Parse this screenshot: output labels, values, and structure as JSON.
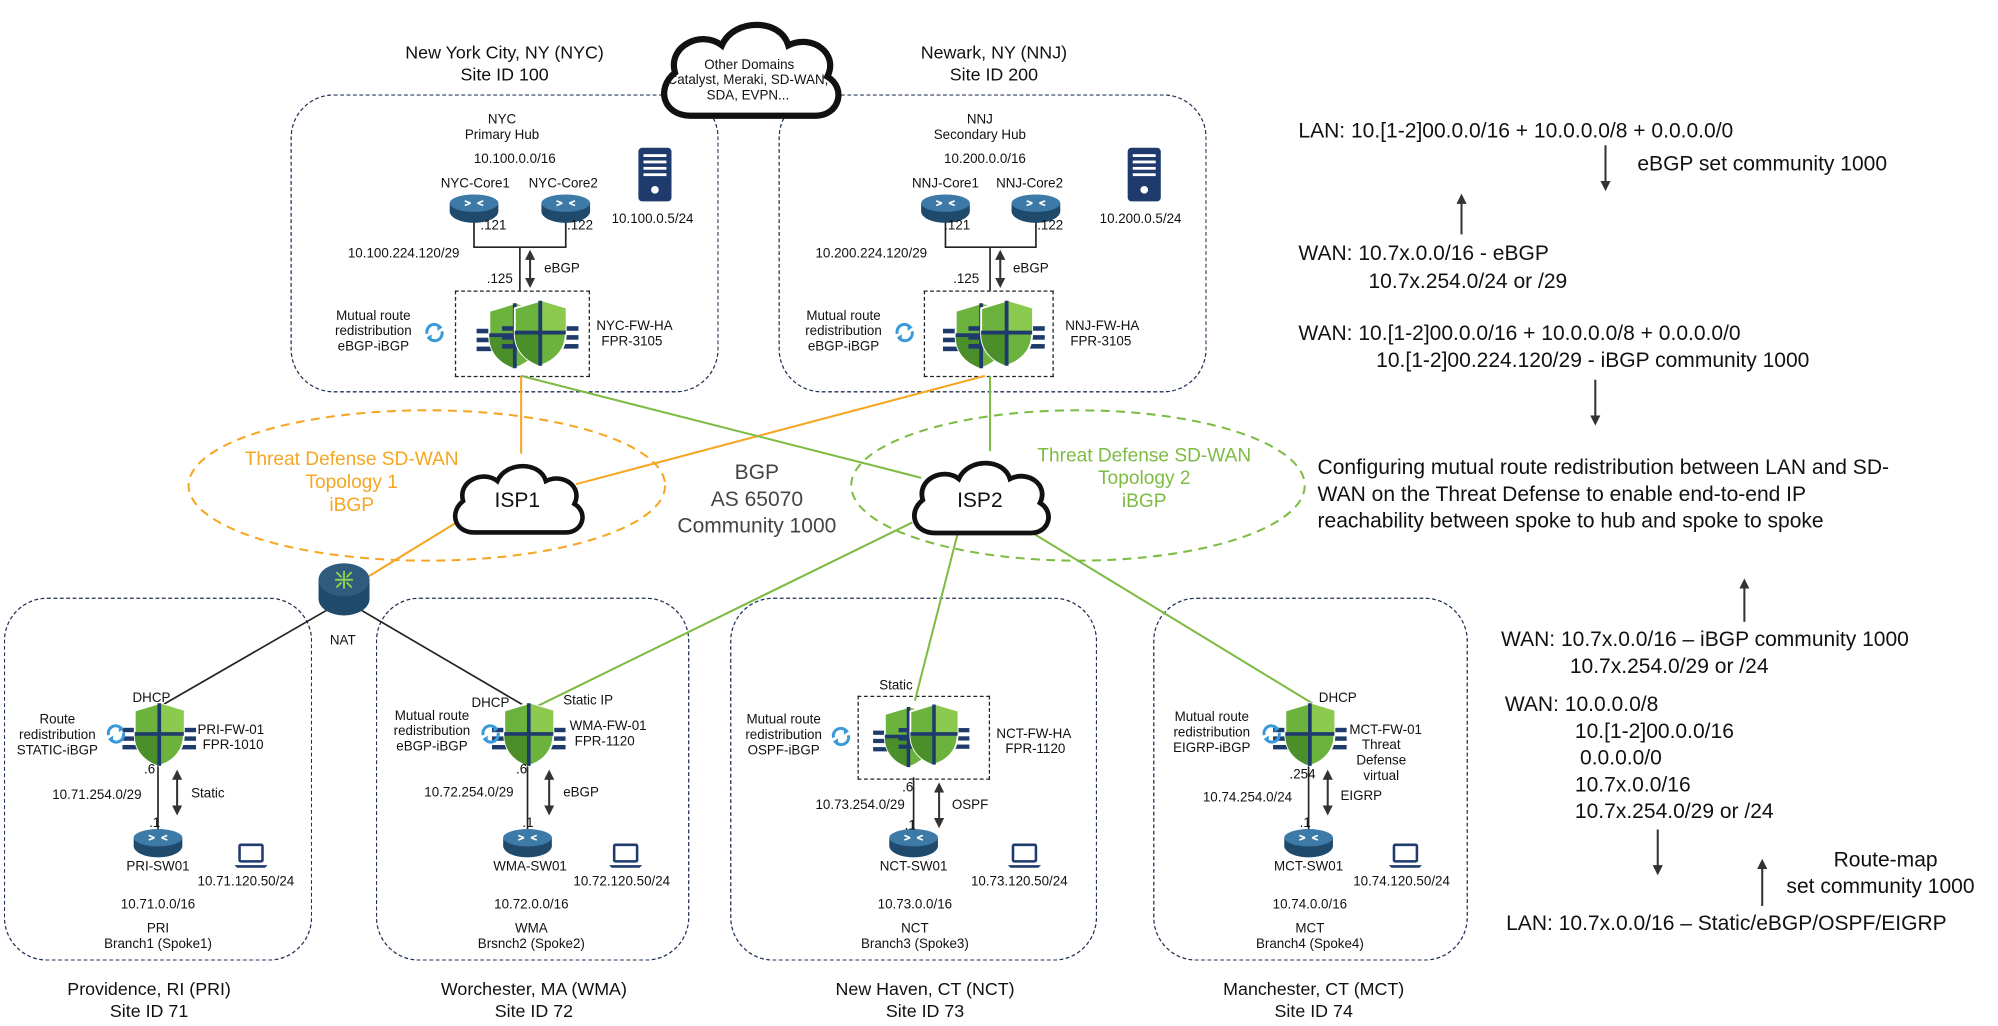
{
  "colors": {
    "topo1": "#f5a623",
    "topo2": "#7dbb42",
    "site_border": "#1f2f55",
    "router": "#2e5b7e"
  },
  "hubs": {
    "nyc": {
      "city": "New York City, NY (NYC)",
      "site_id": "Site ID 100",
      "hub_name": "NYC",
      "hub_role": "Primary Hub",
      "lan": "10.100.0.0/16",
      "core1": "NYC-Core1",
      "core2": "NYC-Core2",
      "ip_121": ".121",
      "ip_122": ".122",
      "subnet": "10.100.224.120/29",
      "ip_125": ".125",
      "ebgp": "eBGP",
      "server_ip": "10.100.0.5/24",
      "redist1": "Mutual route",
      "redist2": "redistribution",
      "redist3": "eBGP-iBGP",
      "fw_name": "NYC-FW-HA",
      "fw_model": "FPR-3105"
    },
    "nnj": {
      "city": "Newark, NY (NNJ)",
      "site_id": "Site ID 200",
      "hub_name": "NNJ",
      "hub_role": "Secondary Hub",
      "lan": "10.200.0.0/16",
      "core1": "NNJ-Core1",
      "core2": "NNJ-Core2",
      "ip_121": ".121",
      "ip_122": ".122",
      "subnet": "10.200.224.120/29",
      "ip_125": ".125",
      "ebgp": "eBGP",
      "server_ip": "10.200.0.5/24",
      "redist1": "Mutual route",
      "redist2": "redistribution",
      "redist3": "eBGP-iBGP",
      "fw_name": "NNJ-FW-HA",
      "fw_model": "FPR-3105"
    }
  },
  "cloud_domains": {
    "line1": "Other Domains",
    "line2": "Catalyst, Meraki, SD-WAN,",
    "line3": "SDA, EVPN..."
  },
  "isp1": "ISP1",
  "isp2": "ISP2",
  "topology1": {
    "line1": "Threat Defense SD-WAN",
    "line2": "Topology 1",
    "line3": "iBGP"
  },
  "topology2": {
    "line1": "Threat Defense SD-WAN",
    "line2": "Topology 2",
    "line3": "iBGP"
  },
  "bgp": {
    "line1": "BGP",
    "line2": "AS 65070",
    "line3": "Community 1000"
  },
  "nat": "NAT",
  "branches": {
    "pri": {
      "wan": "DHCP",
      "redist1": "Route",
      "redist2": "redistribution",
      "redist3": "STATIC-iBGP",
      "fw_name": "PRI-FW-01",
      "fw_model": "FPR-1010",
      "ip_fw": ".6",
      "protocol": "Static",
      "subnet": "10.71.254.0/29",
      "ip_sw": ".1",
      "sw": "PRI-SW01",
      "laptop_ip": "10.71.120.50/24",
      "lan": "10.71.0.0/16",
      "site_name": "PRI",
      "branch": "Branch1 (Spoke1)",
      "city": "Providence, RI (PRI)",
      "site_id": "Site ID 71"
    },
    "wma": {
      "wan": "DHCP",
      "wan2": "Static IP",
      "redist1": "Mutual route",
      "redist2": "redistribution",
      "redist3": "eBGP-iBGP",
      "fw_name": "WMA-FW-01",
      "fw_model": "FPR-1120",
      "ip_fw": ".6",
      "protocol": "eBGP",
      "subnet": "10.72.254.0/29",
      "ip_sw": ".1",
      "sw": "WMA-SW01",
      "laptop_ip": "10.72.120.50/24",
      "lan": "10.72.0.0/16",
      "site_name": "WMA",
      "branch": "Brsnch2 (Spoke2)",
      "city": "Worchester, MA (WMA)",
      "site_id": "Site ID 72"
    },
    "nct": {
      "wan": "Static",
      "redist1": "Mutual route",
      "redist2": "redistribution",
      "redist3": "OSPF-iBGP",
      "fw_name": "NCT-FW-HA",
      "fw_model": "FPR-1120",
      "ip_fw": ".6",
      "protocol": "OSPF",
      "subnet": "10.73.254.0/29",
      "ip_sw": ".1",
      "sw": "NCT-SW01",
      "laptop_ip": "10.73.120.50/24",
      "lan": "10.73.0.0/16",
      "site_name": "NCT",
      "branch": "Branch3 (Spoke3)",
      "city": "New Haven, CT (NCT)",
      "site_id": "Site ID 73"
    },
    "mct": {
      "wan": "DHCP",
      "redist1": "Mutual route",
      "redist2": "redistribution",
      "redist3": "EIGRP-iBGP",
      "fw_name": "MCT-FW-01",
      "fw_l2": "Threat",
      "fw_l3": "Defense",
      "fw_l4": "virtual",
      "ip_fw": ".254",
      "protocol": "EIGRP",
      "subnet": "10.74.254.0/24",
      "ip_sw": ".1",
      "sw": "MCT-SW01",
      "laptop_ip": "10.74.120.50/24",
      "lan": "10.74.0.0/16",
      "site_name": "MCT",
      "branch": "Branch4 (Spoke4)",
      "city": "Manchester, CT (MCT)",
      "site_id": "Site ID 74"
    }
  },
  "notes": {
    "hub_lan": "LAN: 10.[1-2]00.0.0/16 + 10.0.0.0/8 +  0.0.0.0/0",
    "hub_lan_action": "eBGP set community 1000",
    "hub_wan_in_1": "WAN: 10.7x.0.0/16 - eBGP",
    "hub_wan_in_2": "10.7x.254.0/24 or /29",
    "hub_wan_out_1": "WAN: 10.[1-2]00.0.0/16 + 10.0.0.0/8 + 0.0.0.0/0",
    "hub_wan_out_2": "10.[1-2]00.224.120/29 - iBGP community 1000",
    "mutual_1": "Configuring mutual route redistribution between LAN and SD-",
    "mutual_2": "WAN on the Threat Defense to enable end-to-end IP",
    "mutual_3": "reachability between spoke to hub and spoke to spoke",
    "spoke_wan_out_1": "WAN: 10.7x.0.0/16 – iBGP community 1000",
    "spoke_wan_out_2": "10.7x.254.0/29 or /24",
    "spoke_wan_in_1": "WAN: 10.0.0.0/8",
    "spoke_wan_in_2": "10.[1-2]00.0.0/16",
    "spoke_wan_in_3": "0.0.0.0/0",
    "spoke_wan_in_4": "10.7x.0.0/16",
    "spoke_wan_in_5": "10.7x.254.0/29 or /24",
    "routemap_1": "Route-map",
    "routemap_2": "set community 1000",
    "spoke_lan": "LAN: 10.7x.0.0/16 – Static/eBGP/OSPF/EIGRP"
  }
}
